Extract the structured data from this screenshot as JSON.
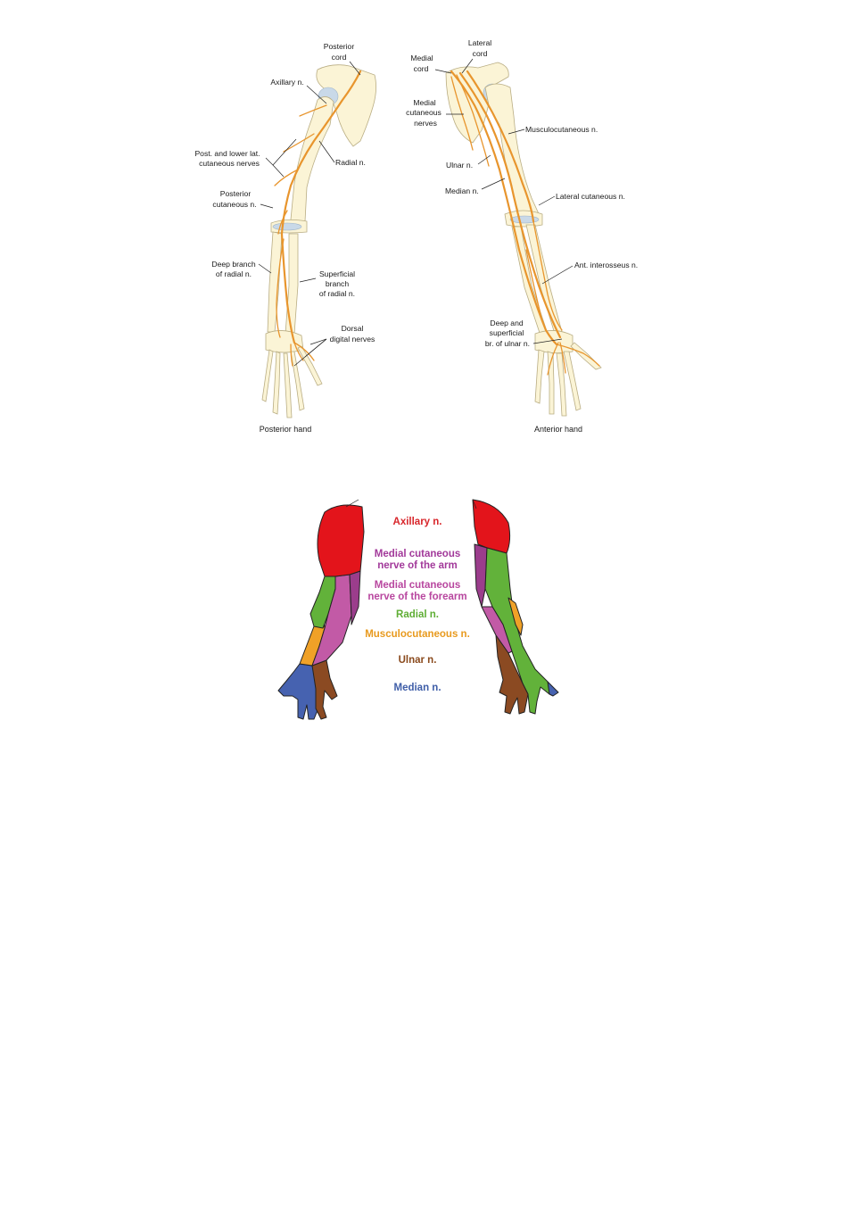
{
  "posterior": {
    "posterior_cord": [
      "Posterior",
      "cord"
    ],
    "axillary": "Axillary n.",
    "post_lower_lat": [
      "Post. and lower lat.",
      "cutaneous nerves"
    ],
    "radial": "Radial n.",
    "posterior_cutaneous": [
      "Posterior",
      "cutaneous n."
    ],
    "deep_branch": [
      "Deep branch",
      "of radial n."
    ],
    "superficial_branch": [
      "Superficial",
      "branch",
      "of radial n."
    ],
    "dorsal_digital": [
      "Dorsal",
      "digital nerves"
    ],
    "caption": "Posterior hand"
  },
  "anterior": {
    "lateral_cord": [
      "Lateral",
      "cord"
    ],
    "medial_cord": [
      "Medial",
      "cord"
    ],
    "medial_cutaneous": [
      "Medial",
      "cutaneous",
      "nerves"
    ],
    "musculocutaneous": "Musculocutaneous n.",
    "ulnar": "Ulnar n.",
    "median": "Median n.",
    "lateral_cutaneous": "Lateral cutaneous n.",
    "ant_interosseus": "Ant. interosseus n.",
    "deep_superficial_ulnar": [
      "Deep and",
      "superficial",
      "br. of ulnar n."
    ],
    "caption": "Anterior hand"
  },
  "legend": {
    "items": [
      {
        "lines": [
          "Axillary n."
        ],
        "color": "#d8262b"
      },
      {
        "lines": [
          "Medial cutaneous",
          "nerve of the arm"
        ],
        "color": "#a2399a"
      },
      {
        "lines": [
          "Medial cutaneous",
          "nerve of the forearm"
        ],
        "color": "#b8479f"
      },
      {
        "lines": [
          "Radial n."
        ],
        "color": "#5fae35"
      },
      {
        "lines": [
          "Musculocutaneous n."
        ],
        "color": "#e89a1e"
      },
      {
        "lines": [
          "Ulnar n."
        ],
        "color": "#8a4a1d"
      },
      {
        "lines": [
          "Median n."
        ],
        "color": "#3f5ea8"
      }
    ]
  },
  "colors": {
    "axillary": "#e3141b",
    "medial_arm": "#9b3d8c",
    "medial_forearm": "#c25aa6",
    "radial": "#62b23a",
    "musculocutaneous": "#f0a127",
    "ulnar": "#8b4a22",
    "median": "#4662b0",
    "nerve": "#e8952d"
  }
}
